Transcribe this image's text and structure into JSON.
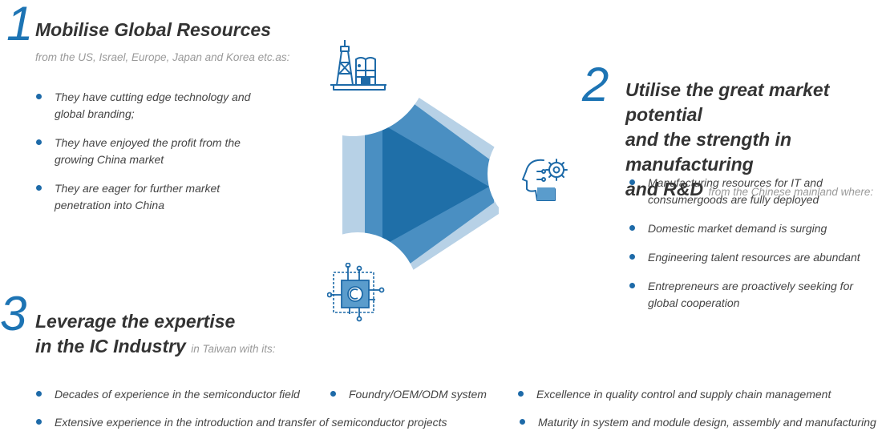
{
  "section1": {
    "number": "1",
    "title": "Mobilise Global Resources",
    "subtitle": "from the US, Israel, Europe, Japan and Korea etc.as:",
    "items": [
      "They have cutting edge technology and global branding;",
      "They have enjoyed the profit from the growing China market",
      "They are eager for further market penetration into China"
    ]
  },
  "section2": {
    "number": "2",
    "title_line1": "Utilise the great market potential",
    "title_line2": "and the strength in manufacturing",
    "title_line3": "and R&D",
    "subtitle": "from the Chinese mainland where:",
    "items": [
      "Manufacturing resources for IT and consumergoods are fully deployed",
      "Domestic market demand is surging",
      "Engineering talent resources are abundant",
      "Entrepreneurs are proactively seeking for global cooperation"
    ]
  },
  "section3": {
    "number": "3",
    "title_line1": "Leverage the expertise",
    "title_line2": "in the IC Industry",
    "subtitle": "in Taiwan with its:",
    "items": [
      "Decades of experience in the semiconductor field",
      "Foundry/OEM/ODM system",
      "Excellence in quality control and supply chain management",
      "Extensive experience in the introduction and transfer of semiconductor projects",
      "Maturity in system and module design, assembly and manufacturing"
    ]
  },
  "icons": {
    "top": "industrial-plant-icon",
    "right": "ai-head-gear-icon",
    "bottom": "microchip-icon"
  },
  "colors": {
    "accent": "#1d74b4",
    "dark_blue": "#1f6fa8",
    "mid_blue": "#4a8fc2",
    "light_blue": "#b7d1e6",
    "text": "#444444",
    "muted": "#9a9a9a"
  }
}
